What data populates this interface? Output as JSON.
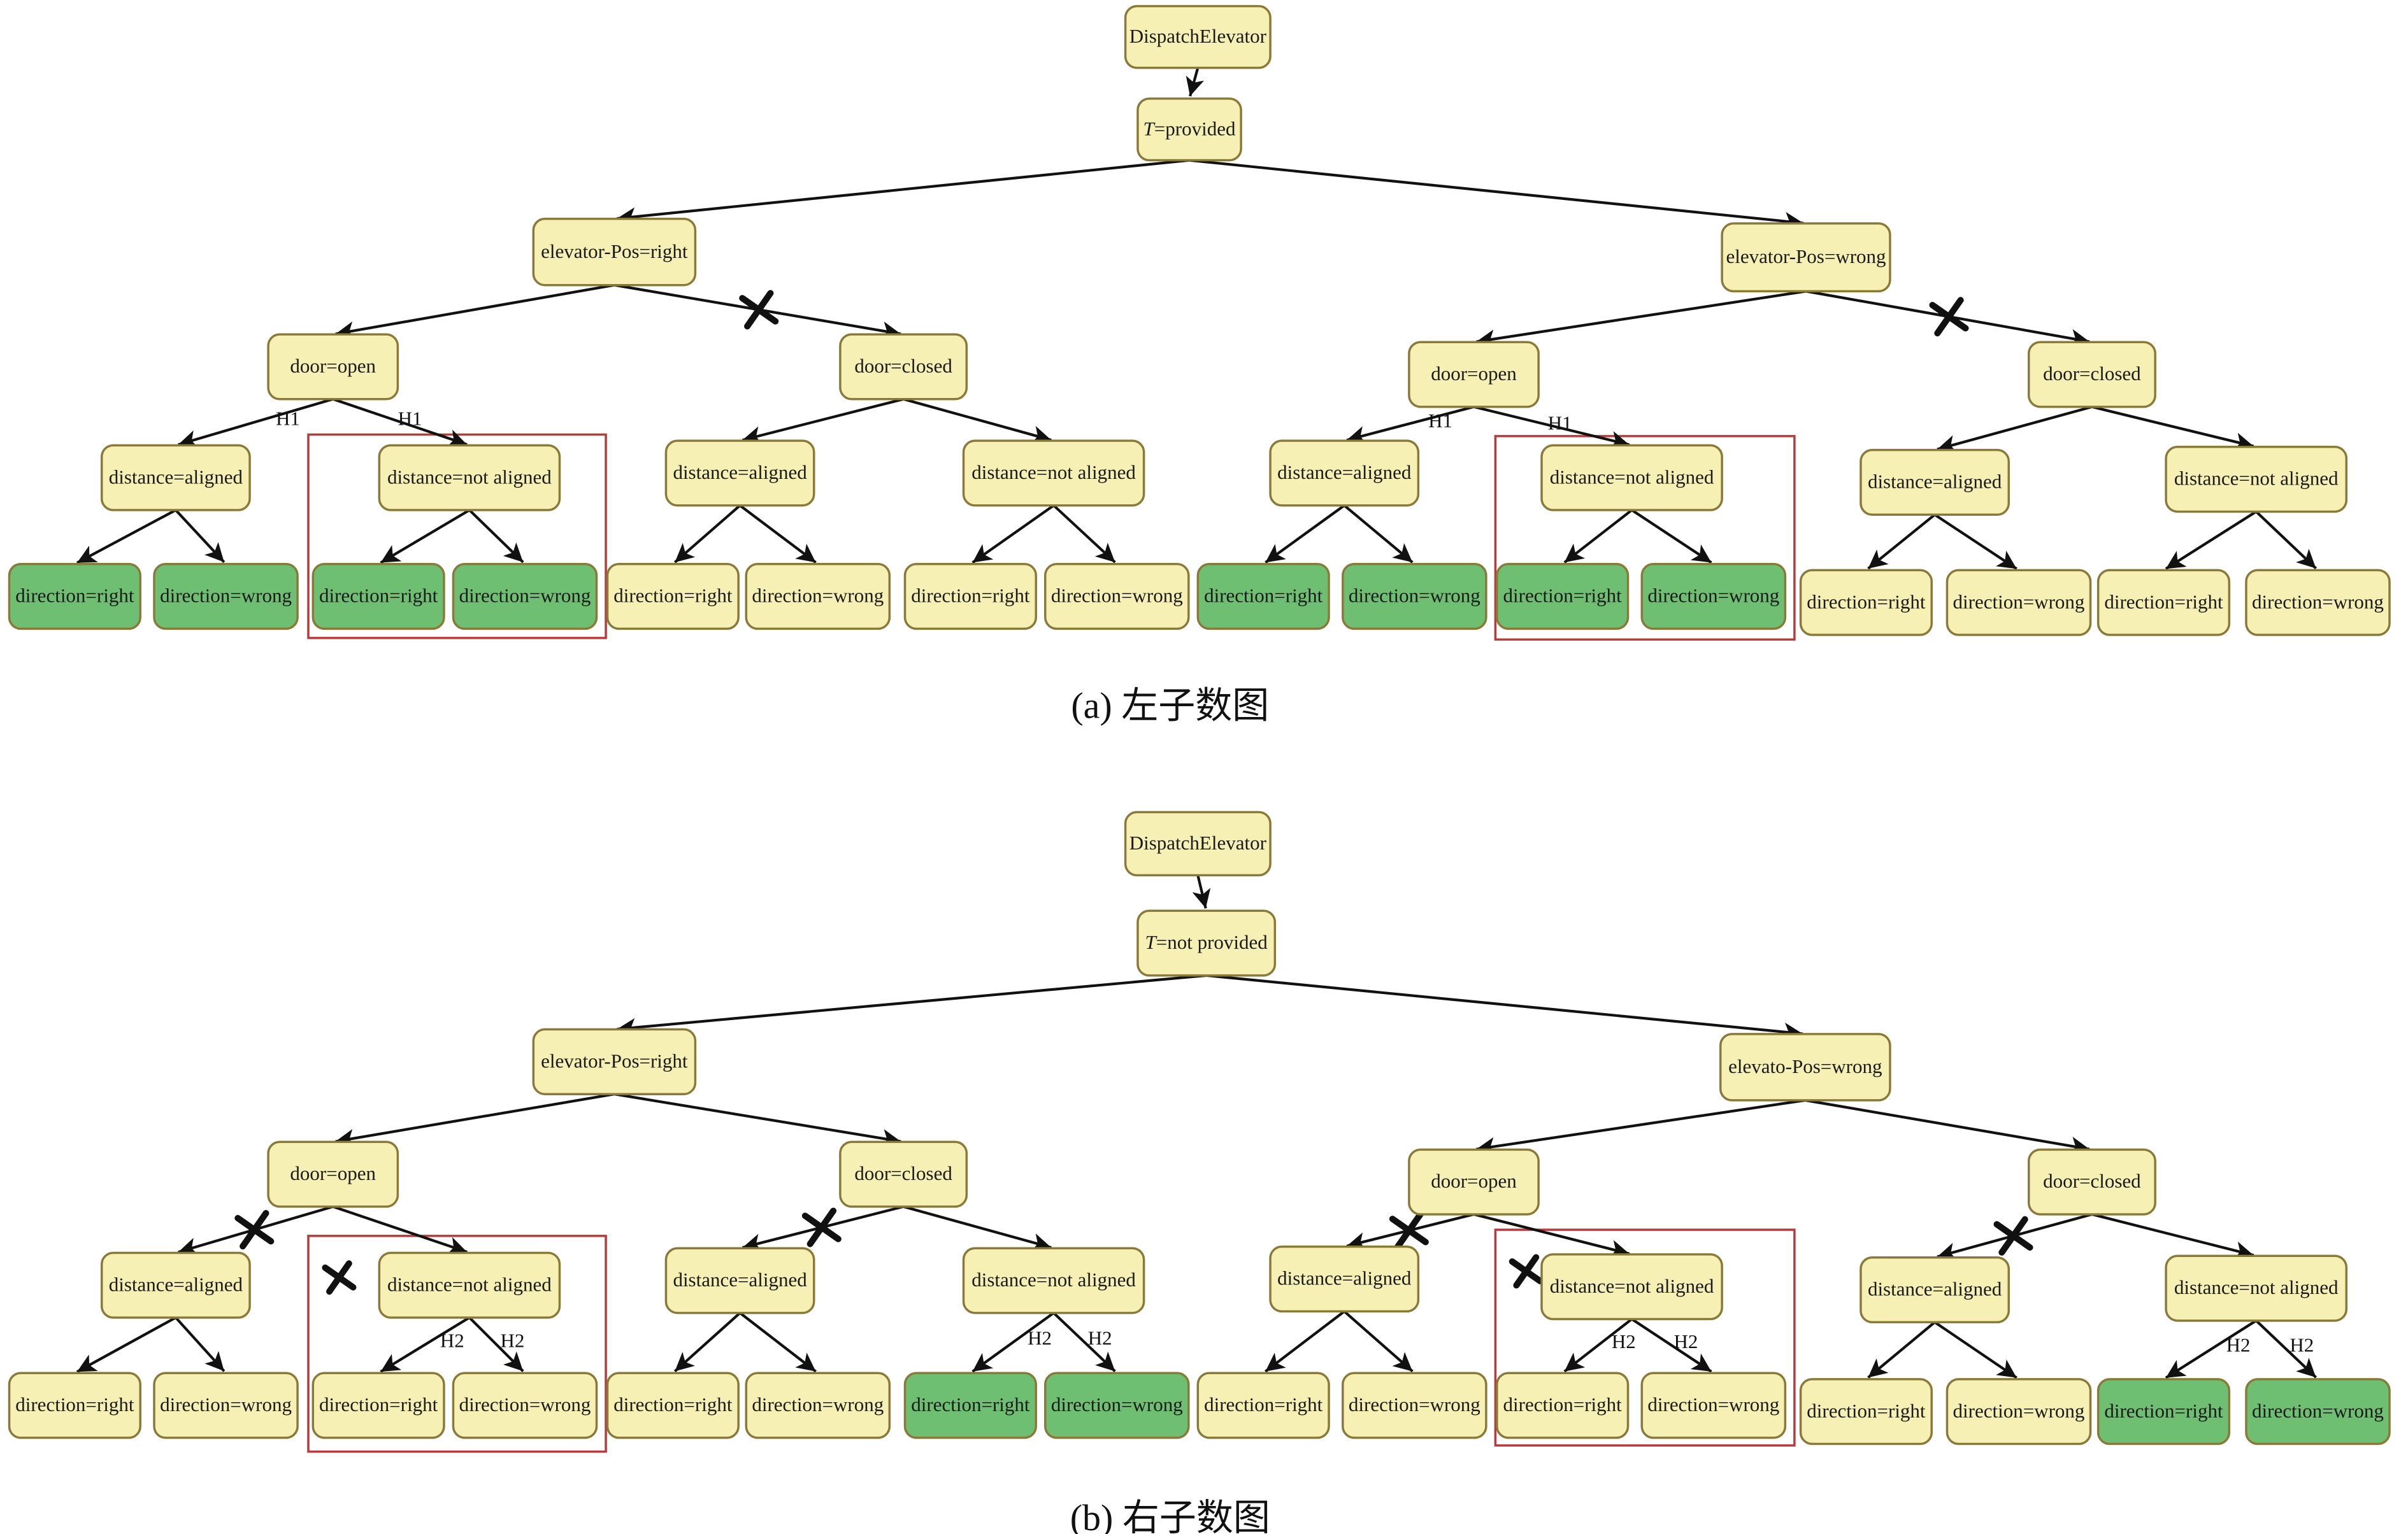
{
  "colors": {
    "node_default": "#f6f0b4",
    "node_highlight": "#6fbf73",
    "highlight_box": "#b83a3a",
    "edge": "#111111"
  },
  "figures": [
    {
      "id": "a",
      "caption": "(a) 左子数图",
      "nodes": [
        {
          "id": "root",
          "label": "DispatchElevator",
          "state": "default"
        },
        {
          "id": "t",
          "label": "T=provided",
          "italic_prefix": "T",
          "state": "default"
        },
        {
          "id": "epr",
          "label": "elevator-Pos=right",
          "state": "default"
        },
        {
          "id": "epw",
          "label": "elevator-Pos=wrong",
          "state": "default"
        },
        {
          "id": "do1",
          "label": "door=open",
          "state": "default"
        },
        {
          "id": "dc1",
          "label": "door=closed",
          "state": "default"
        },
        {
          "id": "do2",
          "label": "door=open",
          "state": "default"
        },
        {
          "id": "dc2",
          "label": "door=closed",
          "state": "default"
        },
        {
          "id": "da1",
          "label": "distance=aligned",
          "state": "default"
        },
        {
          "id": "dn1",
          "label": "distance=not aligned",
          "state": "default"
        },
        {
          "id": "da2",
          "label": "distance=aligned",
          "state": "default"
        },
        {
          "id": "dn2",
          "label": "distance=not aligned",
          "state": "default"
        },
        {
          "id": "da3",
          "label": "distance=aligned",
          "state": "default"
        },
        {
          "id": "dn3",
          "label": "distance=not aligned",
          "state": "default"
        },
        {
          "id": "da4",
          "label": "distance=aligned",
          "state": "default"
        },
        {
          "id": "dn4",
          "label": "distance=not aligned",
          "state": "default"
        },
        {
          "id": "l1",
          "label": "direction=right",
          "state": "highlight"
        },
        {
          "id": "l2",
          "label": "direction=wrong",
          "state": "highlight"
        },
        {
          "id": "l3",
          "label": "direction=right",
          "state": "highlight"
        },
        {
          "id": "l4",
          "label": "direction=wrong",
          "state": "highlight"
        },
        {
          "id": "l5",
          "label": "direction=right",
          "state": "default"
        },
        {
          "id": "l6",
          "label": "direction=wrong",
          "state": "default"
        },
        {
          "id": "l7",
          "label": "direction=right",
          "state": "default"
        },
        {
          "id": "l8",
          "label": "direction=wrong",
          "state": "default"
        },
        {
          "id": "l9",
          "label": "direction=right",
          "state": "highlight"
        },
        {
          "id": "l10",
          "label": "direction=wrong",
          "state": "highlight"
        },
        {
          "id": "l11",
          "label": "direction=right",
          "state": "highlight"
        },
        {
          "id": "l12",
          "label": "direction=wrong",
          "state": "highlight"
        },
        {
          "id": "l13",
          "label": "direction=right",
          "state": "default"
        },
        {
          "id": "l14",
          "label": "direction=wrong",
          "state": "default"
        },
        {
          "id": "l15",
          "label": "direction=right",
          "state": "default"
        },
        {
          "id": "l16",
          "label": "direction=wrong",
          "state": "default"
        }
      ],
      "edges": [
        {
          "from": "root",
          "to": "t",
          "label": "",
          "crossed": false
        },
        {
          "from": "t",
          "to": "epr",
          "label": "",
          "crossed": false
        },
        {
          "from": "t",
          "to": "epw",
          "label": "",
          "crossed": false
        },
        {
          "from": "epr",
          "to": "do1",
          "label": "",
          "crossed": false
        },
        {
          "from": "epr",
          "to": "dc1",
          "label": "",
          "crossed": true
        },
        {
          "from": "epw",
          "to": "do2",
          "label": "",
          "crossed": false
        },
        {
          "from": "epw",
          "to": "dc2",
          "label": "",
          "crossed": true
        },
        {
          "from": "do1",
          "to": "da1",
          "label": "H1",
          "crossed": false
        },
        {
          "from": "do1",
          "to": "dn1",
          "label": "H1",
          "crossed": false
        },
        {
          "from": "dc1",
          "to": "da2",
          "label": "",
          "crossed": false
        },
        {
          "from": "dc1",
          "to": "dn2",
          "label": "",
          "crossed": false
        },
        {
          "from": "do2",
          "to": "da3",
          "label": "H1",
          "crossed": false
        },
        {
          "from": "do2",
          "to": "dn3",
          "label": "H1",
          "crossed": false
        },
        {
          "from": "dc2",
          "to": "da4",
          "label": "",
          "crossed": false
        },
        {
          "from": "dc2",
          "to": "dn4",
          "label": "",
          "crossed": false
        },
        {
          "from": "da1",
          "to": "l1",
          "label": "",
          "crossed": false
        },
        {
          "from": "da1",
          "to": "l2",
          "label": "",
          "crossed": false
        },
        {
          "from": "dn1",
          "to": "l3",
          "label": "",
          "crossed": false
        },
        {
          "from": "dn1",
          "to": "l4",
          "label": "",
          "crossed": false
        },
        {
          "from": "da2",
          "to": "l5",
          "label": "",
          "crossed": false
        },
        {
          "from": "da2",
          "to": "l6",
          "label": "",
          "crossed": false
        },
        {
          "from": "dn2",
          "to": "l7",
          "label": "",
          "crossed": false
        },
        {
          "from": "dn2",
          "to": "l8",
          "label": "",
          "crossed": false
        },
        {
          "from": "da3",
          "to": "l9",
          "label": "",
          "crossed": false
        },
        {
          "from": "da3",
          "to": "l10",
          "label": "",
          "crossed": false
        },
        {
          "from": "dn3",
          "to": "l11",
          "label": "",
          "crossed": false
        },
        {
          "from": "dn3",
          "to": "l12",
          "label": "",
          "crossed": false
        },
        {
          "from": "da4",
          "to": "l13",
          "label": "",
          "crossed": false
        },
        {
          "from": "da4",
          "to": "l14",
          "label": "",
          "crossed": false
        },
        {
          "from": "dn4",
          "to": "l15",
          "label": "",
          "crossed": false
        },
        {
          "from": "dn4",
          "to": "l16",
          "label": "",
          "crossed": false
        }
      ],
      "highlight_groups": [
        {
          "nodes": [
            "dn1",
            "l3",
            "l4"
          ],
          "crossed": false
        },
        {
          "nodes": [
            "dn3",
            "l11",
            "l12"
          ],
          "crossed": false
        }
      ]
    },
    {
      "id": "b",
      "caption": "(b) 右子数图",
      "nodes": [
        {
          "id": "root",
          "label": "DispatchElevator",
          "state": "default"
        },
        {
          "id": "t",
          "label": "T=not provided",
          "italic_prefix": "T",
          "state": "default"
        },
        {
          "id": "epr",
          "label": "elevator-Pos=right",
          "state": "default"
        },
        {
          "id": "epw",
          "label": "elevato-Pos=wrong",
          "state": "default"
        },
        {
          "id": "do1",
          "label": "door=open",
          "state": "default"
        },
        {
          "id": "dc1",
          "label": "door=closed",
          "state": "default"
        },
        {
          "id": "do2",
          "label": "door=open",
          "state": "default"
        },
        {
          "id": "dc2",
          "label": "door=closed",
          "state": "default"
        },
        {
          "id": "da1",
          "label": "distance=aligned",
          "state": "default"
        },
        {
          "id": "dn1",
          "label": "distance=not aligned",
          "state": "default"
        },
        {
          "id": "da2",
          "label": "distance=aligned",
          "state": "default"
        },
        {
          "id": "dn2",
          "label": "distance=not aligned",
          "state": "default"
        },
        {
          "id": "da3",
          "label": "distance=aligned",
          "state": "default"
        },
        {
          "id": "dn3",
          "label": "distance=not aligned",
          "state": "default"
        },
        {
          "id": "da4",
          "label": "distance=aligned",
          "state": "default"
        },
        {
          "id": "dn4",
          "label": "distance=not aligned",
          "state": "default"
        },
        {
          "id": "l1",
          "label": "direction=right",
          "state": "default"
        },
        {
          "id": "l2",
          "label": "direction=wrong",
          "state": "default"
        },
        {
          "id": "l3",
          "label": "direction=right",
          "state": "default"
        },
        {
          "id": "l4",
          "label": "direction=wrong",
          "state": "default"
        },
        {
          "id": "l5",
          "label": "direction=right",
          "state": "default"
        },
        {
          "id": "l6",
          "label": "direction=wrong",
          "state": "default"
        },
        {
          "id": "l7",
          "label": "direction=right",
          "state": "highlight"
        },
        {
          "id": "l8",
          "label": "direction=wrong",
          "state": "highlight"
        },
        {
          "id": "l9",
          "label": "direction=right",
          "state": "default"
        },
        {
          "id": "l10",
          "label": "direction=wrong",
          "state": "default"
        },
        {
          "id": "l11",
          "label": "direction=right",
          "state": "default"
        },
        {
          "id": "l12",
          "label": "direction=wrong",
          "state": "default"
        },
        {
          "id": "l13",
          "label": "direction=right",
          "state": "default"
        },
        {
          "id": "l14",
          "label": "direction=wrong",
          "state": "default"
        },
        {
          "id": "l15",
          "label": "direction=right",
          "state": "highlight"
        },
        {
          "id": "l16",
          "label": "direction=wrong",
          "state": "highlight"
        }
      ],
      "edges": [
        {
          "from": "root",
          "to": "t",
          "label": "",
          "crossed": false
        },
        {
          "from": "t",
          "to": "epr",
          "label": "",
          "crossed": false
        },
        {
          "from": "t",
          "to": "epw",
          "label": "",
          "crossed": false
        },
        {
          "from": "epr",
          "to": "do1",
          "label": "",
          "crossed": false
        },
        {
          "from": "epr",
          "to": "dc1",
          "label": "",
          "crossed": false
        },
        {
          "from": "epw",
          "to": "do2",
          "label": "",
          "crossed": false
        },
        {
          "from": "epw",
          "to": "dc2",
          "label": "",
          "crossed": false
        },
        {
          "from": "do1",
          "to": "da1",
          "label": "",
          "crossed": true
        },
        {
          "from": "do1",
          "to": "dn1",
          "label": "",
          "crossed": false
        },
        {
          "from": "dc1",
          "to": "da2",
          "label": "",
          "crossed": true
        },
        {
          "from": "dc1",
          "to": "dn2",
          "label": "",
          "crossed": false
        },
        {
          "from": "do2",
          "to": "da3",
          "label": "",
          "crossed": true
        },
        {
          "from": "do2",
          "to": "dn3",
          "label": "",
          "crossed": false
        },
        {
          "from": "dc2",
          "to": "da4",
          "label": "",
          "crossed": true
        },
        {
          "from": "dc2",
          "to": "dn4",
          "label": "",
          "crossed": false
        },
        {
          "from": "da1",
          "to": "l1",
          "label": "",
          "crossed": false
        },
        {
          "from": "da1",
          "to": "l2",
          "label": "",
          "crossed": false
        },
        {
          "from": "dn1",
          "to": "l3",
          "label": "H2",
          "crossed": false
        },
        {
          "from": "dn1",
          "to": "l4",
          "label": "H2",
          "crossed": false
        },
        {
          "from": "da2",
          "to": "l5",
          "label": "",
          "crossed": false
        },
        {
          "from": "da2",
          "to": "l6",
          "label": "",
          "crossed": false
        },
        {
          "from": "dn2",
          "to": "l7",
          "label": "H2",
          "crossed": false
        },
        {
          "from": "dn2",
          "to": "l8",
          "label": "H2",
          "crossed": false
        },
        {
          "from": "da3",
          "to": "l9",
          "label": "",
          "crossed": false
        },
        {
          "from": "da3",
          "to": "l10",
          "label": "",
          "crossed": false
        },
        {
          "from": "dn3",
          "to": "l11",
          "label": "H2",
          "crossed": false
        },
        {
          "from": "dn3",
          "to": "l12",
          "label": "H2",
          "crossed": false
        },
        {
          "from": "da4",
          "to": "l13",
          "label": "",
          "crossed": false
        },
        {
          "from": "da4",
          "to": "l14",
          "label": "",
          "crossed": false
        },
        {
          "from": "dn4",
          "to": "l15",
          "label": "H2",
          "crossed": false
        },
        {
          "from": "dn4",
          "to": "l16",
          "label": "H2",
          "crossed": false
        }
      ],
      "highlight_groups": [
        {
          "nodes": [
            "dn1",
            "l3",
            "l4"
          ],
          "crossed": true
        },
        {
          "nodes": [
            "dn3",
            "l11",
            "l12"
          ],
          "crossed": true
        }
      ]
    }
  ]
}
